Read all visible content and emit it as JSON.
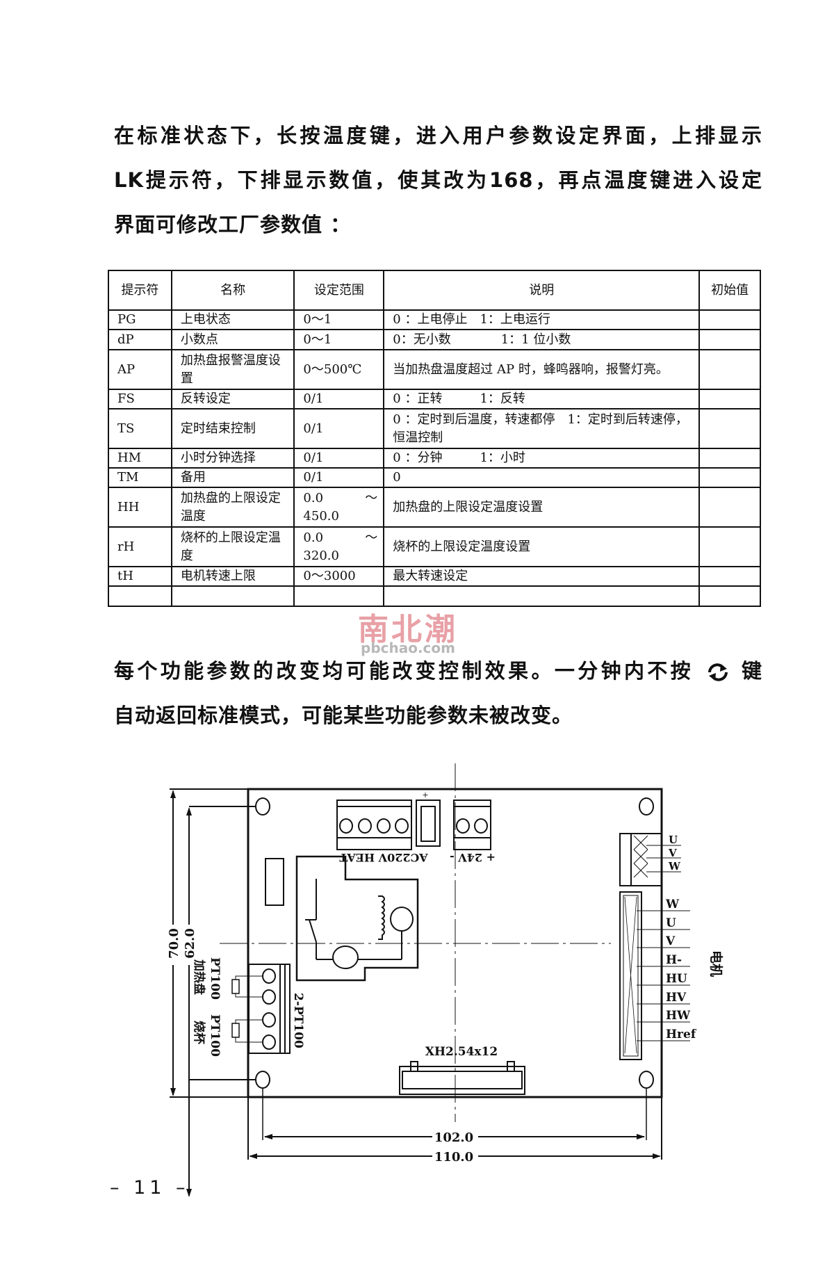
{
  "para1": {
    "lines": [
      "在标准状态下，长按温度键，进入用户参数设定界面，上排显示",
      "LK提示符，下排显示数值，使其改为168，再点温度键进入设定",
      "界面可修改工厂参数值 ："
    ]
  },
  "table": {
    "headers": [
      "提示符",
      "名称",
      "设定范围",
      "说明",
      "初始值"
    ],
    "rows": [
      [
        "PG",
        "上电状态",
        "0～1",
        "0 ：上电停止　1：上电运行",
        ""
      ],
      [
        "dP",
        "小数点",
        "0～1",
        "0：无小数　　　　1：1 位小数",
        ""
      ],
      [
        "AP",
        "加热盘报警温度设置",
        "0～500℃",
        "当加热盘温度超过 AP 时，蜂鸣器响，报警灯亮。",
        ""
      ],
      [
        "FS",
        "反转设定",
        "0/1",
        "0 ：正转　　　1：反转",
        ""
      ],
      [
        "TS",
        "定时结束控制",
        "0/1",
        "0 ：定时到后温度，转速都停　1：定时到后转速停，恒温控制",
        ""
      ],
      [
        "HM",
        "小时分钟选择",
        "0/1",
        "0 ：分钟　　　1：小时",
        ""
      ],
      [
        "TM",
        "备用",
        "0/1",
        "0",
        ""
      ],
      [
        "HH",
        "加热盘的上限设定温度",
        "0.0　　～ 450.0",
        "加热盘的上限设定温度设置",
        ""
      ],
      [
        "rH",
        "烧杯的上限设定温度",
        "0.0　　～ 320.0",
        "烧杯的上限设定温度设置",
        ""
      ],
      [
        "tH",
        "电机转速上限",
        "0～3000",
        "最大转速设定",
        ""
      ],
      [
        "",
        "",
        "",
        "",
        ""
      ]
    ]
  },
  "watermark": {
    "brand": "南北潮",
    "site": "pbchao.com"
  },
  "para2": {
    "line1_before": "每个功能参数的改变均可能改变控制效果。一分钟内不按",
    "line1_icon": "cycle-key-icon",
    "line1_after": "键",
    "line2": "自动返回标准模式，可能某些功能参数未被改变。"
  },
  "diagram": {
    "dim_height_outer": "70.0",
    "dim_height_inner": "62.0",
    "dim_width_inner": "102.0",
    "dim_width_outer": "110.0",
    "pt100_1": "PT100",
    "pt100_1_name": "加热盘",
    "pt100_2": "PT100",
    "pt100_2_name": "烧杯",
    "pt_connector": "2-PT100",
    "heat_label": "AC220V HEAT",
    "power_label": "+ 24V -",
    "plus": "+",
    "motor_small_pins": [
      "U",
      "V",
      "W"
    ],
    "motor_pins": [
      "W",
      "U",
      "V",
      "H-",
      "HU",
      "HV",
      "HW",
      "Href"
    ],
    "motor_label": "电机",
    "xh_label": "XH2.54x12"
  },
  "page_number": "– 11 –"
}
